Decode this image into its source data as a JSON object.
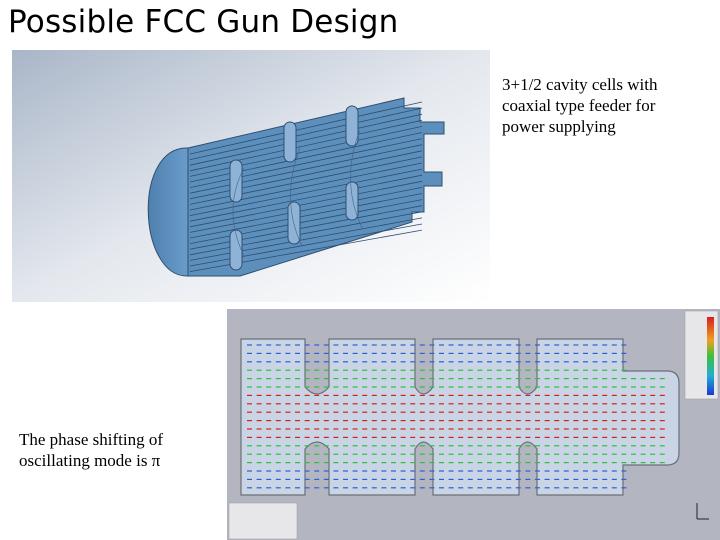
{
  "slide": {
    "title": "Possible FCC Gun Design",
    "caption_top": "3+1/2 cavity cells with coaxial type feeder for power supplying",
    "caption_bottom": "The phase shifting of oscillating mode is π"
  },
  "images": {
    "model_3d": {
      "description_icon": "cavity-3d-model",
      "color": "#5b8dbf"
    },
    "field_plot": {
      "description_icon": "electric-field-plot",
      "background": "#b4b7c2"
    }
  },
  "colors": {
    "cavity_fill": "#5d8fbd",
    "cavity_dark": "#3d6d99",
    "field_high": "#d62020",
    "field_mid": "#2fbf3a",
    "field_low": "#2a60d8",
    "plot_bg": "#b3b6c1",
    "plot_cavity": "#c9d5e4"
  }
}
